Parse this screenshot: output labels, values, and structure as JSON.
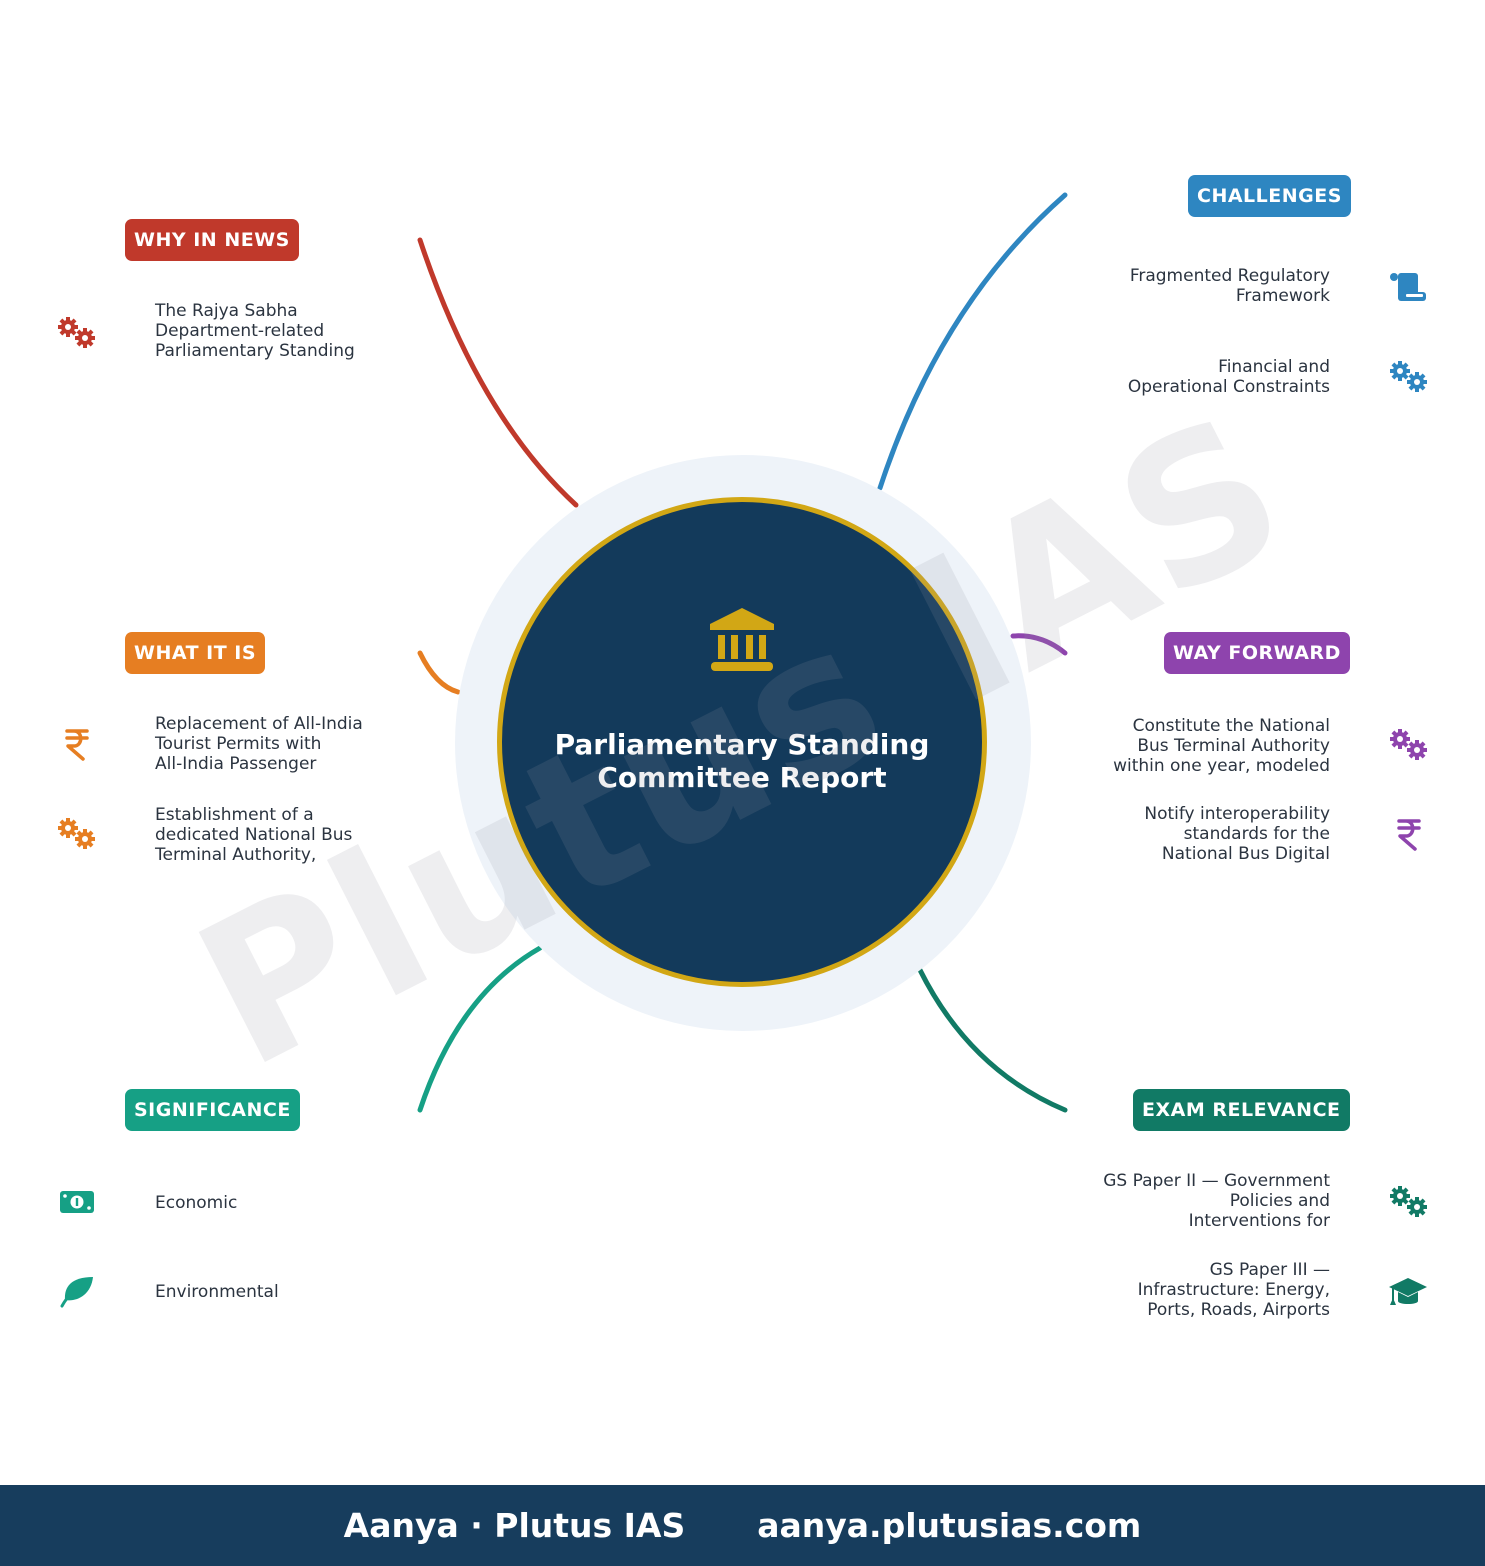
{
  "hub": {
    "title": "Parliamentary Standing Committee Report",
    "icon": "bank-icon",
    "fill_color": "#133a5b",
    "ring_color": "#d2a715"
  },
  "watermark": "Plutus IAS",
  "branches": {
    "why_in_news": {
      "label": "WHY IN NEWS",
      "color": "#c0392b",
      "items": [
        {
          "text": "The Rajya Sabha\nDepartment-related\nParliamentary Standing",
          "icon": "gears-icon"
        }
      ]
    },
    "what_it_is": {
      "label": "WHAT IT IS",
      "color": "#e67e22",
      "items": [
        {
          "text": "Replacement of All-India\nTourist Permits with\nAll-India Passenger",
          "icon": "rupee-icon"
        },
        {
          "text": "Establishment of a\ndedicated National Bus\nTerminal Authority,",
          "icon": "gears-icon"
        }
      ]
    },
    "significance": {
      "label": "SIGNIFICANCE",
      "color": "#16a085",
      "items": [
        {
          "text": "Economic",
          "icon": "money-icon"
        },
        {
          "text": "Environmental",
          "icon": "leaf-icon"
        }
      ]
    },
    "challenges": {
      "label": "CHALLENGES",
      "color": "#2e86c1",
      "items": [
        {
          "text": "Fragmented Regulatory\nFramework",
          "icon": "scroll-icon"
        },
        {
          "text": "Financial and\nOperational Constraints",
          "icon": "gears-icon"
        }
      ]
    },
    "way_forward": {
      "label": "WAY FORWARD",
      "color": "#8e44ad",
      "items": [
        {
          "text": "Constitute the National\nBus Terminal Authority\nwithin one year, modeled",
          "icon": "gears-icon"
        },
        {
          "text": "Notify interoperability\nstandards for the\nNational Bus Digital",
          "icon": "rupee-icon"
        }
      ]
    },
    "exam_relevance": {
      "label": "EXAM RELEVANCE",
      "color": "#117a65",
      "items": [
        {
          "text": "GS Paper II — Government\nPolicies and\nInterventions for",
          "icon": "gears-icon"
        },
        {
          "text": "GS Paper III —\nInfrastructure: Energy,\nPorts, Roads, Airports",
          "icon": "graduation-cap-icon"
        }
      ]
    }
  },
  "footer": {
    "brand": "Aanya · Plutus IAS",
    "url": "aanya.plutusias.com",
    "background": "#173d5d"
  }
}
